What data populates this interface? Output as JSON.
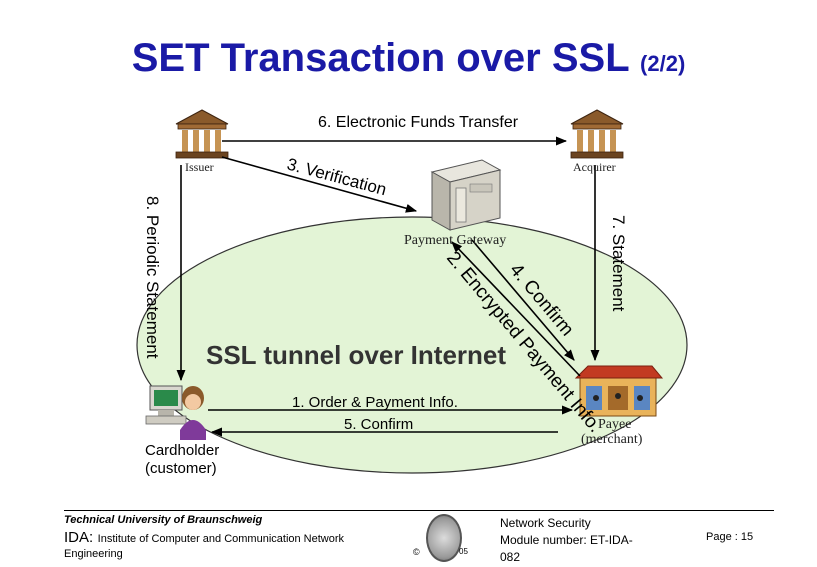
{
  "slide": {
    "title": "SET Transaction over SSL",
    "title_suffix": "(2/2)"
  },
  "diagram": {
    "tunnel_label": "SSL tunnel over Internet",
    "issuer_label": "Issuer",
    "acquirer_label": "Acquirer",
    "gateway_label": "Payment Gateway",
    "payee_label_line1": "Payee",
    "payee_label_line2": "(merchant)",
    "cardholder_line1": "Cardholder",
    "cardholder_line2": "(customer)",
    "step1": "1. Order & Payment Info.",
    "step2": "2. Encrypted Payment Info.",
    "step3": "3. Verification",
    "step4": "4. Confirm",
    "step5": "5. Confirm",
    "step6": "6.  Electronic Funds Transfer",
    "step7": "7. Statement",
    "step8": "8. Periodic Statement",
    "colors": {
      "ellipse": "#e3f4d6",
      "title": "#1a1aa6"
    }
  },
  "footer": {
    "university": "Technical University of Braunschweig",
    "ida_abbr": "IDA:",
    "ida_full": "Institute of Computer and Communication Network",
    "ida_line2": "Engineering",
    "copyright": "©",
    "seal_year": "05",
    "course_line1": "Network Security",
    "course_line2": "Module number: ET-IDA-",
    "course_line3": "082",
    "page": "Page :  15"
  }
}
